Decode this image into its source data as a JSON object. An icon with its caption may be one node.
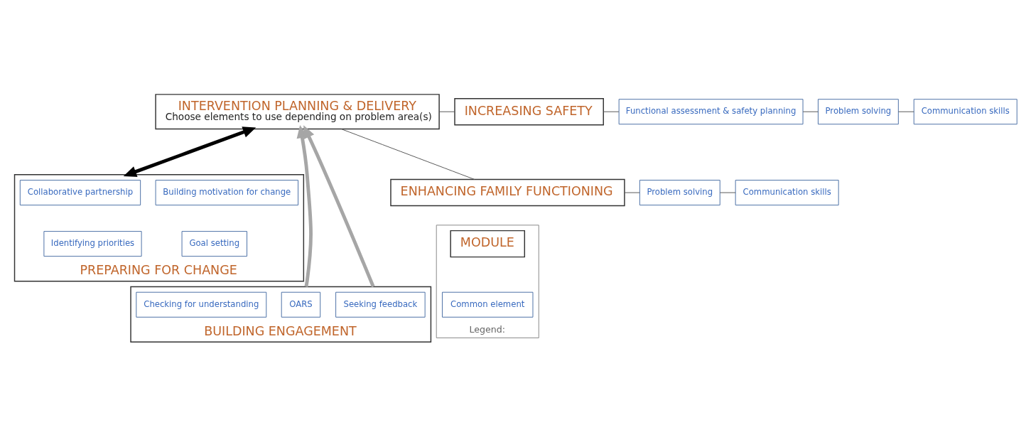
{
  "diagram": {
    "nodes": [
      {
        "text": [
          "INTERVENTION PLANNING & DELIVERY",
          "Choose elements to use depending on problem area(s)"
        ]
      },
      {
        "text": [
          "PREPARING FOR CHANGE"
        ]
      },
      {
        "text": [
          "Collaborative partnership"
        ],
        "in": 1
      },
      {
        "text": [
          "Building motivation for change"
        ],
        "in": 1
      },
      {
        "text": [
          "Identifying priorities"
        ],
        "in": 1
      },
      {
        "text": [
          "Goal setting"
        ],
        "in": 1
      },
      {
        "text": [
          "BUILDING ENGAGEMENT"
        ]
      },
      {
        "text": [
          "OARS"
        ],
        "in": 6
      },
      {
        "text": [
          "Checking for understanding"
        ],
        "in": 6
      },
      {
        "text": [
          "Seeking feedback"
        ],
        "in": 6
      },
      {
        "text": [
          "INCREASING SAFETY"
        ]
      },
      {
        "text": [
          "Functional assessment & safety planning"
        ]
      },
      {
        "text": [
          "Problem solving"
        ]
      },
      {
        "text": [
          "Communication skills"
        ]
      },
      {
        "text": [
          "ENHANCING FAMILY FUNCTIONING"
        ]
      },
      {
        "text": [
          "Problem solving"
        ]
      },
      {
        "text": [
          "Communication skills"
        ]
      },
      {
        "text": [
          "Legend:"
        ]
      },
      {
        "text": [
          "MODULE"
        ],
        "in": 17
      },
      {
        "text": [
          "Common element"
        ],
        "in": 17
      }
    ],
    "edges": [
      {
        "from": 0,
        "to": 1,
        "arrow": "both",
        "style": "thick",
        "color": "#000000"
      },
      {
        "from": 6,
        "to": 0,
        "arrow": "to",
        "style": "thick",
        "color": "#a6a6a6"
      },
      {
        "from": 6,
        "to": 0,
        "arrow": "to",
        "style": "thick",
        "color": "#a6a6a6"
      },
      {
        "from": 0,
        "to": 10,
        "arrow": "none"
      },
      {
        "from": 0,
        "to": 14,
        "arrow": "none"
      },
      {
        "from": 10,
        "to": 11,
        "arrow": "none"
      },
      {
        "from": 11,
        "to": 12,
        "arrow": "none"
      },
      {
        "from": 12,
        "to": 13,
        "arrow": "none"
      },
      {
        "from": 14,
        "to": 15,
        "arrow": "none"
      },
      {
        "from": 15,
        "to": 16,
        "arrow": "none"
      }
    ]
  }
}
